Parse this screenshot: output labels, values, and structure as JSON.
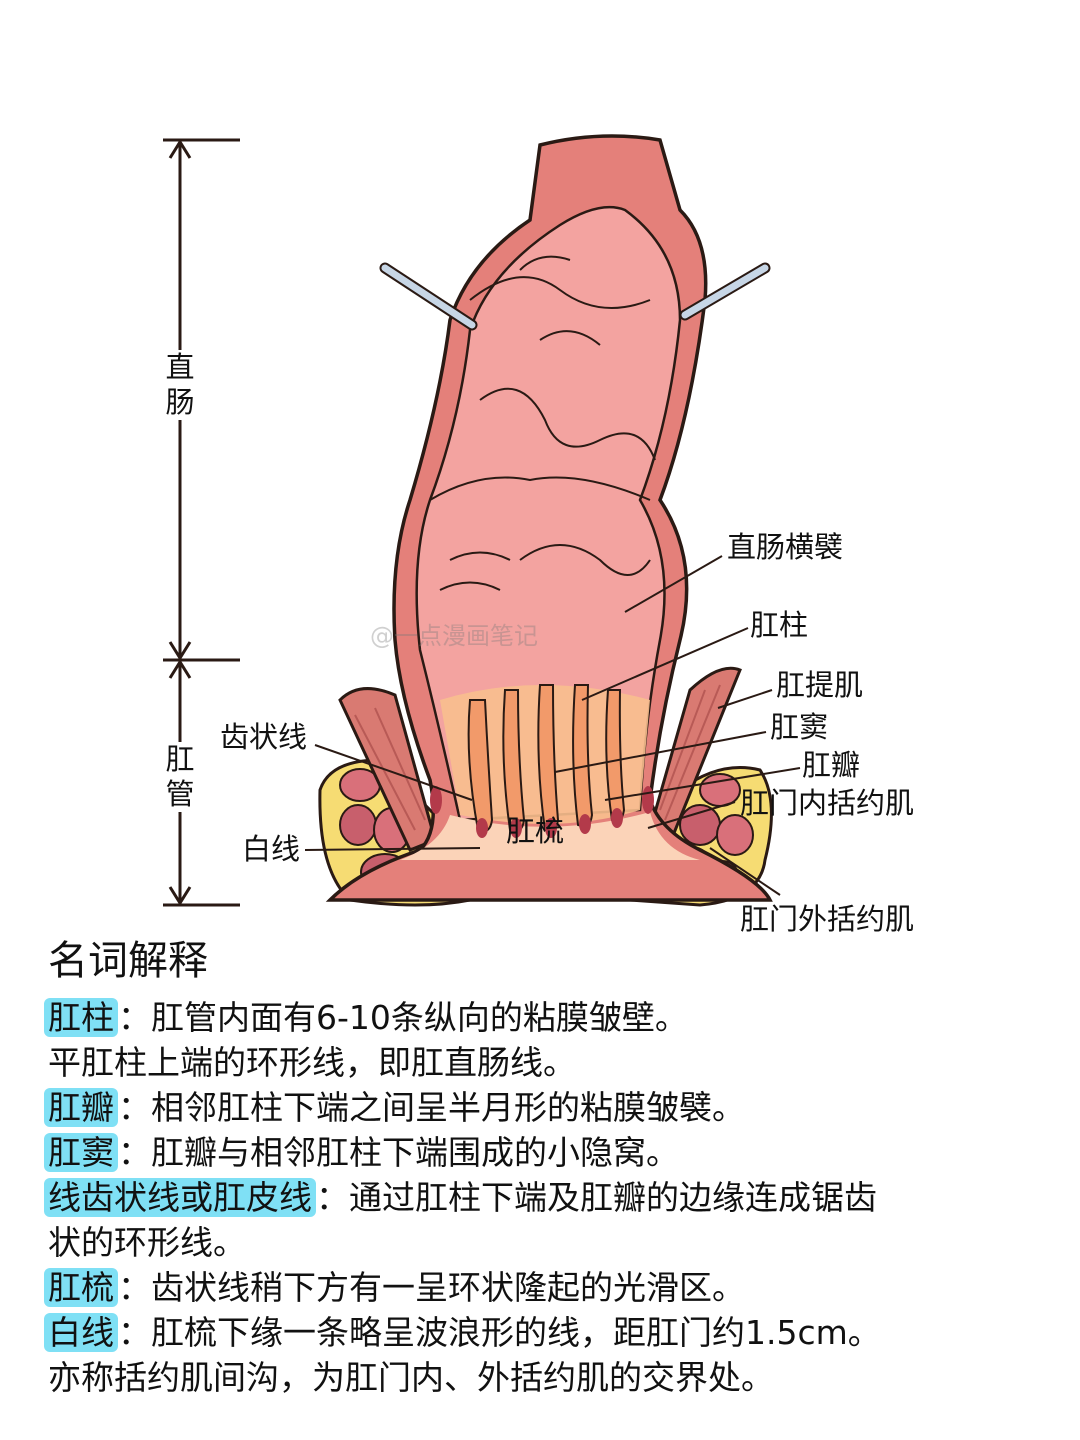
{
  "figure": {
    "scale_labels": {
      "rectum": "直肠",
      "anal_canal": "肛管"
    },
    "labels": {
      "transverse_fold": "直肠横襞",
      "anal_column": "肛柱",
      "levator_ani": "肛提肌",
      "anal_sinus": "肛窦",
      "anal_valve": "肛瓣",
      "internal_sphincter": "肛门内括约肌",
      "external_sphincter": "肛门外括约肌",
      "dentate_line": "齿状线",
      "pecten": "肛梳",
      "white_line": "白线"
    },
    "watermark": "@一点漫画笔记"
  },
  "glossary": {
    "title": "名词解释",
    "entries": [
      {
        "term": "肛柱",
        "sep": "：",
        "text": "肛管内面有6-10条纵向的粘膜皱壁。",
        "cont": "平肛柱上端的环形线，即肛直肠线。"
      },
      {
        "term": "肛瓣",
        "sep": "：",
        "text": "相邻肛柱下端之间呈半月形的粘膜皱襞。",
        "cont": ""
      },
      {
        "term": "肛窦",
        "sep": "：",
        "text": "肛瓣与相邻肛柱下端围成的小隐窝。",
        "cont": ""
      },
      {
        "term": "线齿状线或肛皮线",
        "sep": "：",
        "text": "通过肛柱下端及肛瓣的边缘连成锯齿",
        "cont": "状的环形线。"
      },
      {
        "term": "肛梳",
        "sep": "：",
        "text": "齿状线稍下方有一呈环状隆起的光滑区。",
        "cont": ""
      },
      {
        "term": "白线",
        "sep": "：",
        "text": "肛梳下缘一条略呈波浪形的线，距肛门约1.5cm。",
        "cont": "亦称括约肌间沟，为肛门内、外括约肌的交界处。"
      }
    ]
  }
}
